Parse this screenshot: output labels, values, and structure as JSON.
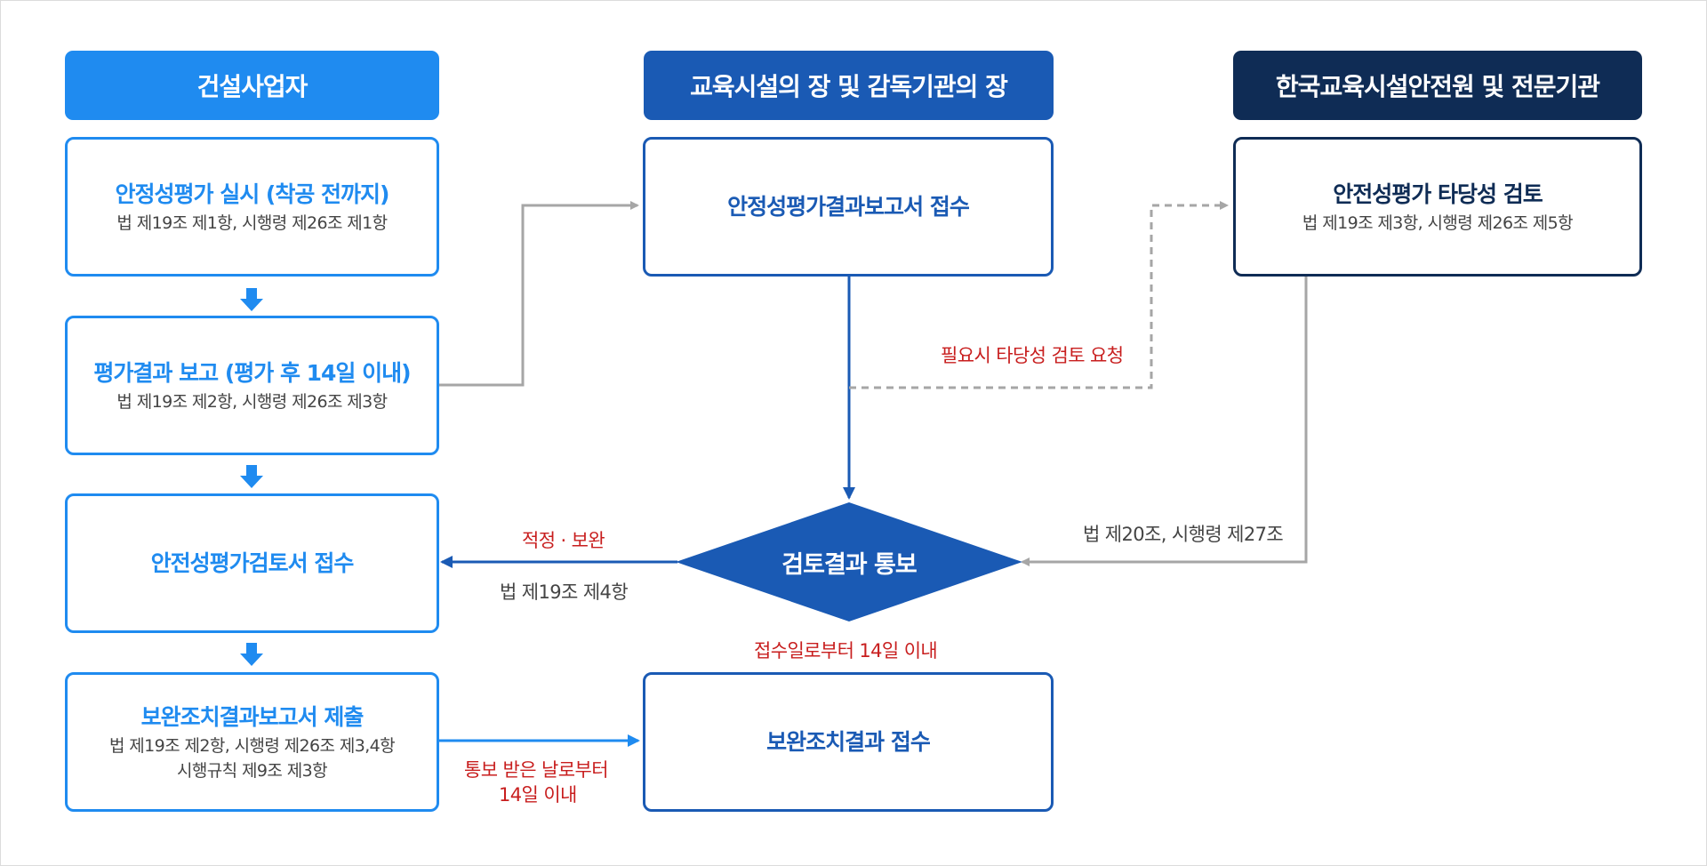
{
  "headers": {
    "col1": "건설사업자",
    "col2": "교육시설의 장 및 감독기관의 장",
    "col3": "한국교육시설안전원 및 전문기관"
  },
  "colors": {
    "col1": "#1f8bf0",
    "col2": "#1a5ab4",
    "col3": "#0f2c55",
    "note": "#c81e1e",
    "connector": "#a6a6a6"
  },
  "boxes": {
    "b1": {
      "title": "안정성평가 실시 (착공 전까지)",
      "sub": "법 제19조 제1항, 시행령 제26조 제1항"
    },
    "b2": {
      "title": "평가결과 보고 (평가 후 14일 이내)",
      "sub": "법 제19조 제2항, 시행령 제26조 제3항"
    },
    "b3": {
      "title": "안전성평가검토서 접수"
    },
    "b4": {
      "title": "보완조치결과보고서 제출",
      "sub1": "법 제19조 제2항, 시행령 제26조 제3,4항",
      "sub2": "시행규칙 제9조 제3항"
    },
    "m1": {
      "title": "안정성평가결과보고서 접수"
    },
    "m2": {
      "title": "보완조치결과 접수"
    },
    "r1": {
      "title": "안전성평가 타당성 검토",
      "sub": "법 제19조 제3항, 시행령 제26조 제5항"
    }
  },
  "decision": {
    "label": "검토결과 통보"
  },
  "labels": {
    "request_review": "필요시 타당성 검토 요청",
    "law_20": "법 제20조, 시행령 제27조",
    "correction": "적정 · 보완",
    "law_19_4": "법 제19조 제4항",
    "within_14_receipt": "접수일로부터 14일 이내",
    "notify_line1": "통보 받은 날로부터",
    "notify_line2": "14일 이내"
  }
}
